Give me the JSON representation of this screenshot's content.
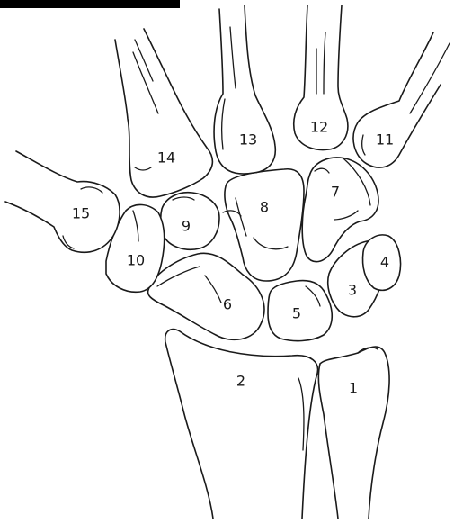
{
  "bones": [
    {
      "id": "radius",
      "label": "2"
    },
    {
      "id": "ulna",
      "label": "1"
    },
    {
      "id": "scaphoid",
      "label": "6"
    },
    {
      "id": "lunate",
      "label": "5"
    },
    {
      "id": "triquetrum",
      "label": "3"
    },
    {
      "id": "pisiform",
      "label": "4"
    },
    {
      "id": "hamate",
      "label": "7"
    },
    {
      "id": "capitate",
      "label": "8"
    },
    {
      "id": "trapezoid",
      "label": "9"
    },
    {
      "id": "trapezium",
      "label": "10"
    },
    {
      "id": "metacarpal-5",
      "label": "11"
    },
    {
      "id": "metacarpal-4",
      "label": "12"
    },
    {
      "id": "metacarpal-3",
      "label": "13"
    },
    {
      "id": "metacarpal-2",
      "label": "14"
    },
    {
      "id": "metacarpal-1",
      "label": "15"
    }
  ]
}
